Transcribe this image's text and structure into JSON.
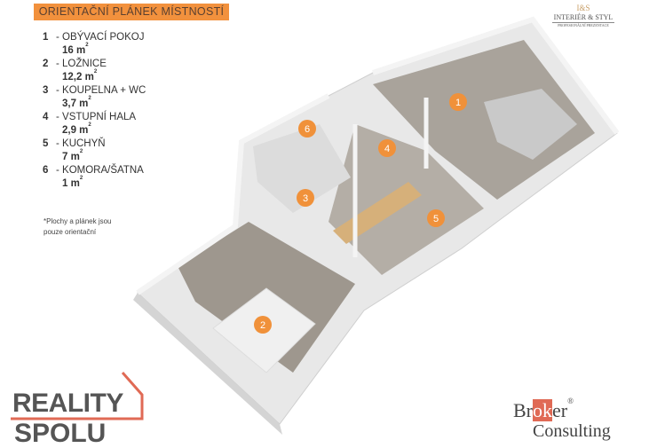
{
  "header": {
    "title": "ORIENTAČNÍ PLÁNEK MÍSTNOSTÍ"
  },
  "rooms": [
    {
      "num": "1",
      "name": "- OBÝVACÍ POKOJ",
      "area": "16 m",
      "unit_sup": "2"
    },
    {
      "num": "2",
      "name": "- LOŽNICE",
      "area": "12,2 m",
      "unit_sup": "2"
    },
    {
      "num": "3",
      "name": "- KOUPELNA + WC",
      "area": "3,7 m",
      "unit_sup": "2"
    },
    {
      "num": "4",
      "name": "- VSTUPNÍ HALA",
      "area": "2,9 m",
      "unit_sup": "2"
    },
    {
      "num": "5",
      "name": "- KUCHYŇ",
      "area": "7 m",
      "unit_sup": "2"
    },
    {
      "num": "6",
      "name": "- KOMORA/ŠATNA",
      "area": "1 m",
      "unit_sup": "2"
    }
  ],
  "note": "*Plochy a plánek jsou pouze orientační",
  "logos": {
    "interior": {
      "mono": "I&S",
      "name": "INTERIÉR & STYL",
      "sub": "PROFESIONÁLNÍ PREZENTACE"
    },
    "reality": {
      "line1": "REALITY",
      "line2": "SPOLU"
    },
    "broker": {
      "pre": "Br",
      "ok": "ok",
      "post": "er",
      "reg": "®",
      "line2": "Consulting"
    }
  },
  "colors": {
    "accent": "#f2913d",
    "marker": "#f0913a",
    "brand_red": "#e06a55"
  }
}
